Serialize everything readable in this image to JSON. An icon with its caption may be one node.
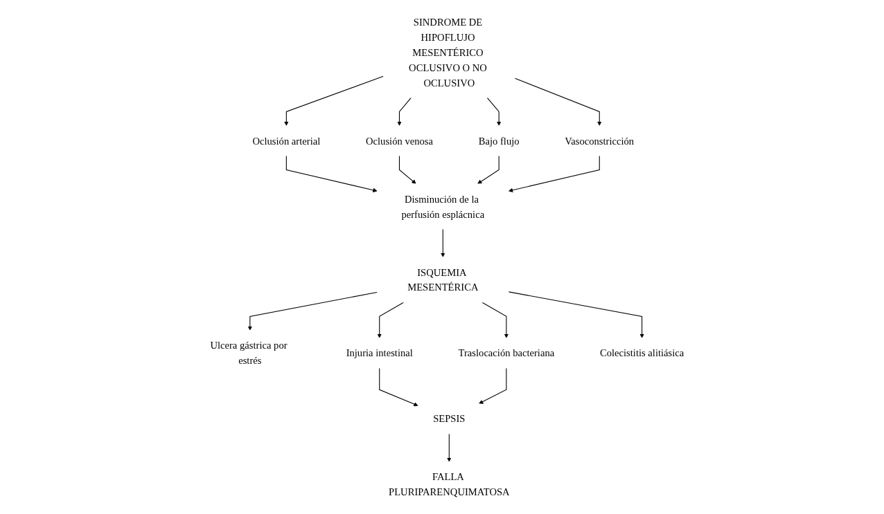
{
  "diagram": {
    "nodes": [
      {
        "text": [
          "SINDROME DE HIPOFLUJO MESENTÉRICO OCLUSIVO O NO OCLUSIVO"
        ]
      },
      {
        "text": [
          "Oclusión arterial"
        ]
      },
      {
        "text": [
          "Oclusión venosa"
        ]
      },
      {
        "text": [
          "Bajo flujo"
        ]
      },
      {
        "text": [
          "Vasoconstricción"
        ]
      },
      {
        "text": [
          "Disminución de la perfusión esplácnica"
        ]
      },
      {
        "text": [
          "ISQUEMIA MESENTÉRICA"
        ]
      },
      {
        "text": [
          "Ulcera gástrica por estrés"
        ]
      },
      {
        "text": [
          "Injuria intestinal"
        ]
      },
      {
        "text": [
          "Traslocación bacteriana"
        ]
      },
      {
        "text": [
          "Colecistitis alitiásica"
        ]
      },
      {
        "text": [
          "SEPSIS"
        ]
      },
      {
        "text": [
          "FALLA PLURIPARENQUIMATOSA"
        ]
      }
    ],
    "edges": [
      {
        "from": 0,
        "to": 1,
        "arrow": "to"
      },
      {
        "from": 0,
        "to": 2,
        "arrow": "to"
      },
      {
        "from": 0,
        "to": 3,
        "arrow": "to"
      },
      {
        "from": 0,
        "to": 4,
        "arrow": "to"
      },
      {
        "from": 1,
        "to": 5,
        "arrow": "to"
      },
      {
        "from": 2,
        "to": 5,
        "arrow": "to"
      },
      {
        "from": 3,
        "to": 5,
        "arrow": "to"
      },
      {
        "from": 4,
        "to": 5,
        "arrow": "to"
      },
      {
        "from": 5,
        "to": 6,
        "arrow": "to"
      },
      {
        "from": 6,
        "to": 7,
        "arrow": "to"
      },
      {
        "from": 6,
        "to": 8,
        "arrow": "to"
      },
      {
        "from": 6,
        "to": 9,
        "arrow": "to"
      },
      {
        "from": 6,
        "to": 10,
        "arrow": "to"
      },
      {
        "from": 8,
        "to": 11,
        "arrow": "to"
      },
      {
        "from": 9,
        "to": 11,
        "arrow": "to"
      },
      {
        "from": 11,
        "to": 12,
        "arrow": "to"
      }
    ]
  }
}
